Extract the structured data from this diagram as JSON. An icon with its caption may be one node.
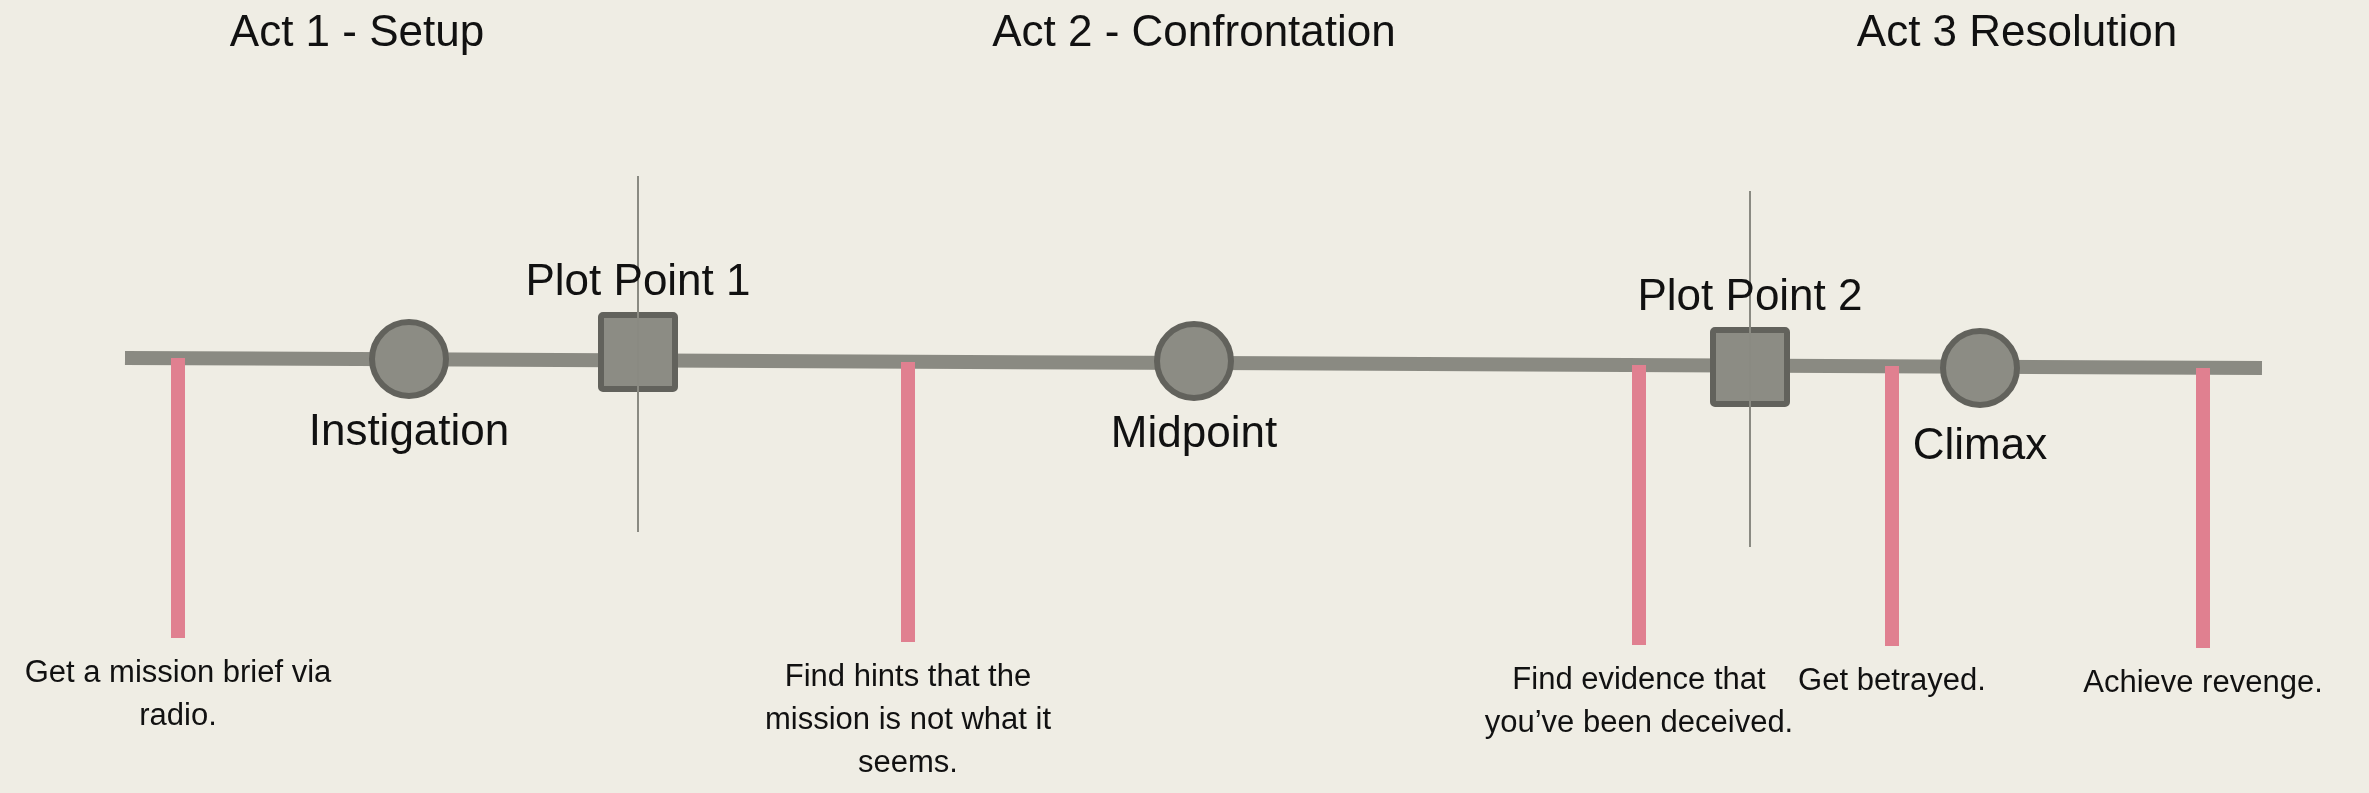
{
  "diagram": {
    "nodes": [
      {
        "text": [],
        "shape": "bar",
        "beside": [
          "Get a mission brief via radio."
        ]
      },
      {
        "text": [
          "Instigation"
        ]
      },
      {
        "text": [
          "Plot Point 1"
        ]
      },
      {
        "text": [],
        "shape": "bar",
        "beside": [
          "Find hints that the mission is not what it seems."
        ]
      },
      {
        "text": [
          "Midpoint"
        ]
      },
      {
        "text": [],
        "shape": "bar",
        "beside": [
          "Find evidence that you’ve been deceived."
        ]
      },
      {
        "text": [
          "Plot Point 2"
        ]
      },
      {
        "text": [],
        "shape": "bar",
        "beside": [
          "Get betrayed."
        ]
      },
      {
        "text": [
          "Climax"
        ]
      },
      {
        "text": [],
        "shape": "bar",
        "beside": [
          "Achieve revenge."
        ]
      }
    ],
    "labels": [
      "Act 1 - Setup",
      "Act 2 - Confrontation",
      "Act 3 Resolution"
    ]
  }
}
